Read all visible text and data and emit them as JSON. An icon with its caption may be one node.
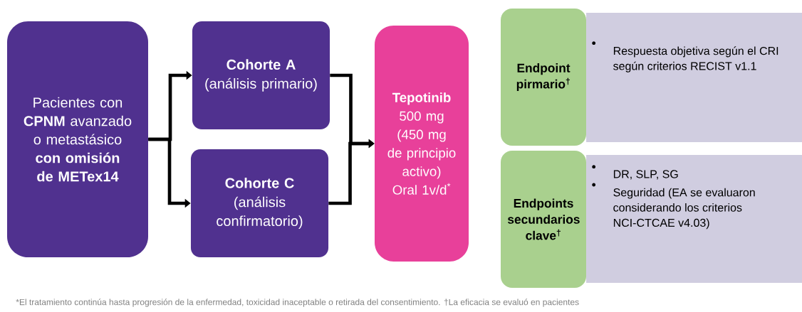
{
  "diagram": {
    "nodes": [
      {
        "text": [
          "Pacientes con **CPNM** avanzado o metastásico **con omisión de METex14**"
        ]
      },
      {
        "text": [
          "Cohorte A",
          "(análisis primario)"
        ]
      },
      {
        "text": [
          "Cohorte C",
          "(análisis confirmatorio)"
        ]
      },
      {
        "text": [
          "Tepotinib",
          "500 mg (450 mg de principio activo) Oral 1v/d$^{*}$"
        ]
      },
      {
        "text": [
          "Endpoint pirmario$^{†}$"
        ]
      },
      {
        "text": [
          "Respuesta objetiva según el CRI según criterios RECIST v1.1"
        ]
      },
      {
        "text": [
          "Endpoints secundarios clave$^{†}$"
        ]
      },
      {
        "text": [
          "DR, SLP, SG",
          "Seguridad (EA se evaluaron considerando los criterios NCI-CTCAE v4.03)"
        ]
      }
    ],
    "edges": [
      {
        "from": 0,
        "to": 1,
        "arrow": "to"
      },
      {
        "from": 0,
        "to": 2,
        "arrow": "to"
      },
      {
        "from": 1,
        "to": 3,
        "arrow": "to"
      },
      {
        "from": 2,
        "to": 3,
        "arrow": "to"
      }
    ],
    "labels": [
      "*El tratamiento continúa hasta progresión de la enfermedad, toxicidad inaceptable o retirada del consentimiento. †La eficacia se evaluó en pacientes"
    ]
  }
}
